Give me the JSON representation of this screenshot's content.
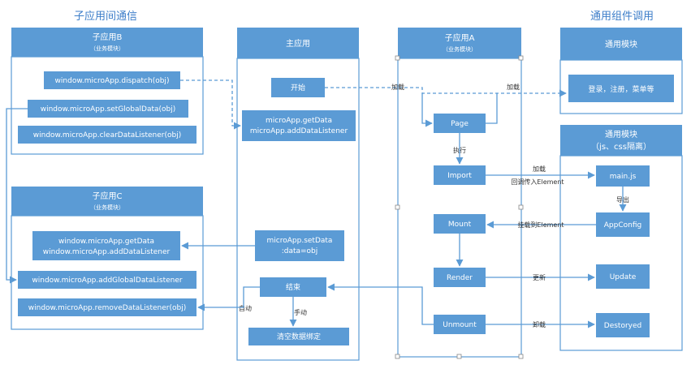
{
  "sections": {
    "left_title": "子应用间通信",
    "right_title": "通用组件调用"
  },
  "sub_b": {
    "title": "子应用B",
    "subtitle": "（业务模块）",
    "items": [
      "window.microApp.dispatch(obj)",
      "window.microApp.setGlobalData(obj)",
      "window.microApp.clearDataListener(obj)"
    ]
  },
  "sub_c": {
    "title": "子应用C",
    "subtitle": "（业务模块）",
    "items": [
      [
        "window.microApp.getData",
        "window.microApp.addDataListener"
      ],
      "window.microApp.addGlobalDataListener",
      "window.microApp.removeDataListener(obj)"
    ]
  },
  "main_app": {
    "title": "主应用",
    "start": "开始",
    "get_data": [
      "microApp.getData",
      "microApp.addDataListener"
    ],
    "set_data": [
      "microApp.setData",
      ":data=obj"
    ],
    "end": "结束",
    "clear": "清空数据绑定",
    "manual": "手动",
    "auto": "自动"
  },
  "sub_a": {
    "title": "子应用A",
    "subtitle": "（业务模块）",
    "page": "Page",
    "import": "Import",
    "mount": "Mount",
    "render": "Render",
    "unmount": "Unmount",
    "execute": "执行"
  },
  "common1": {
    "title": "通用模块",
    "item": "登录，注册，菜单等"
  },
  "common2": {
    "title": "通用模块",
    "subtitle": "（js、css隔离）",
    "mainjs": "main.js",
    "appconfig": "AppConfig",
    "update": "Update",
    "destroyed": "Destoryed",
    "export": "导出"
  },
  "edge_labels": {
    "load1": "加载",
    "load2": "加载",
    "load3": "加载",
    "callback": "回调传入Element",
    "mount_el": "挂载到Element",
    "update": "更新",
    "unload": "卸载"
  }
}
